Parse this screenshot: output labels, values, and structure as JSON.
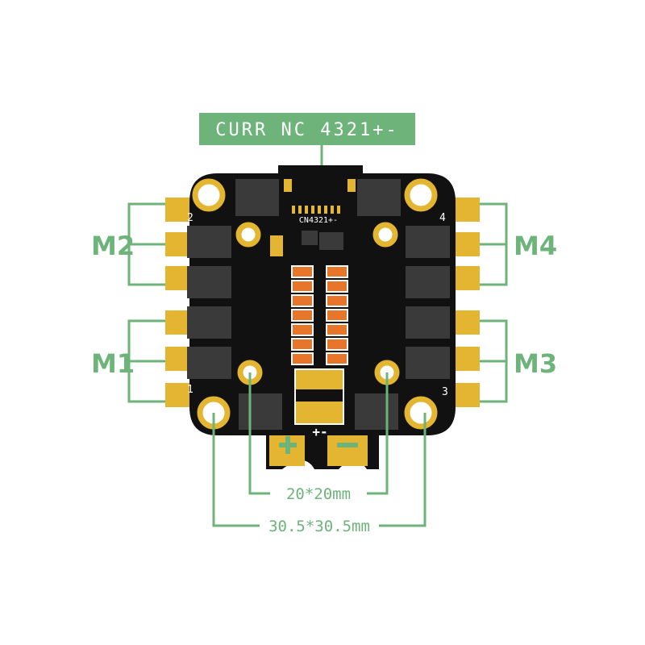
{
  "connector_label": "CURR NC 4321+-",
  "board": {
    "connector_silk": "CN4321+-",
    "corner_numbers": [
      "2",
      "4",
      "1",
      "3"
    ],
    "power_silk": "+-"
  },
  "motor_labels": {
    "m1": "M1",
    "m2": "M2",
    "m3": "M3",
    "m4": "M4"
  },
  "dimensions": {
    "inner": "20*20mm",
    "outer": "30.5*30.5mm"
  },
  "colors": {
    "accent": "#6db37a",
    "board": "#111111",
    "gold": "#e3b530",
    "component": "#3a3a3a",
    "resistor": "#e8762a"
  }
}
